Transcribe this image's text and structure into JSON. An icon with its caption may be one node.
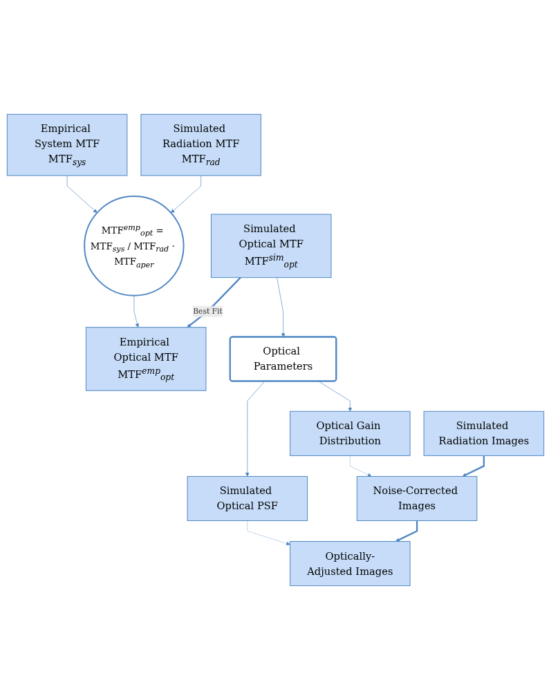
{
  "diagram": {
    "nodes": [
      {
        "text": [
          "Empirical System MTF",
          "MTF$_{sys}$"
        ]
      },
      {
        "text": [
          "Simulated Radiation MTF",
          "MTF$_{rad}$"
        ]
      },
      {
        "text": [
          "MTF$^{emp}$$_{opt}$ = MTF$_{sys}$ / MTF$_{rad}$ · MTF$_{aper}$"
        ]
      },
      {
        "text": [
          "Empirical Optical MTF",
          "MTF$^{emp}$$_{opt}$"
        ]
      },
      {
        "text": [
          "Simulated Optical MTF",
          "MTF$^{sim}$$_{opt}$"
        ]
      },
      {
        "text": [
          "Optical Parameters"
        ]
      },
      {
        "text": [
          "Optical Gain Distribution"
        ]
      },
      {
        "text": [
          "Simulated Optical PSF"
        ]
      },
      {
        "text": [
          "Simulated Radiation Images"
        ]
      },
      {
        "text": [
          "Noise-Corrected Images"
        ]
      },
      {
        "text": [
          "Optically-Adjusted Images"
        ]
      }
    ],
    "edges": [
      {
        "from": 0,
        "to": 2,
        "arrow": "to"
      },
      {
        "from": 1,
        "to": 2,
        "arrow": "to"
      },
      {
        "from": 2,
        "to": 3,
        "arrow": "to"
      },
      {
        "from": 4,
        "to": 3,
        "arrow": "to",
        "label": "Best Fit",
        "style": "thick"
      },
      {
        "from": 4,
        "to": 5,
        "arrow": "to"
      },
      {
        "from": 5,
        "to": 6,
        "arrow": "to"
      },
      {
        "from": 5,
        "to": 7,
        "arrow": "to"
      },
      {
        "from": 6,
        "to": 9,
        "arrow": "to",
        "style": "dashed"
      },
      {
        "from": 7,
        "to": 10,
        "arrow": "to",
        "style": "dashed"
      },
      {
        "from": 8,
        "to": 9,
        "arrow": "to",
        "style": "thick"
      },
      {
        "from": 9,
        "to": 10,
        "arrow": "to",
        "style": "thick"
      }
    ]
  }
}
